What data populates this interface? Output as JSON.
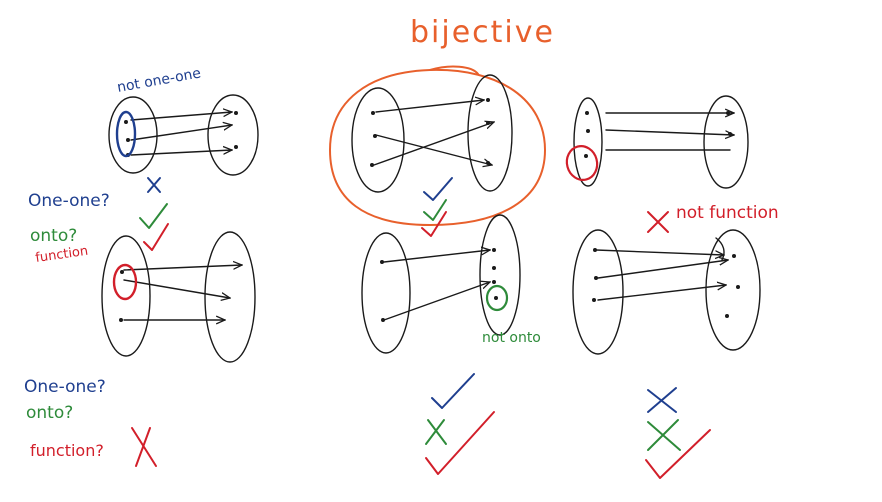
{
  "title": "bijective",
  "labels": {
    "not_one_one": "not one-one",
    "one_one_q": "One-one?",
    "onto_q": "onto?",
    "function_q": "function",
    "not_function": "not function",
    "not_onto": "not onto",
    "one_one_q2": "One-one?",
    "onto_q2": "onto?",
    "function_q2": "function?"
  },
  "marks": {
    "cross": "✗",
    "check": "✓"
  },
  "colors": {
    "black": "#1a1a1a",
    "blue": "#1f3f8f",
    "green": "#2e8b3a",
    "red": "#d21f2a",
    "orange": "#e8602c"
  }
}
